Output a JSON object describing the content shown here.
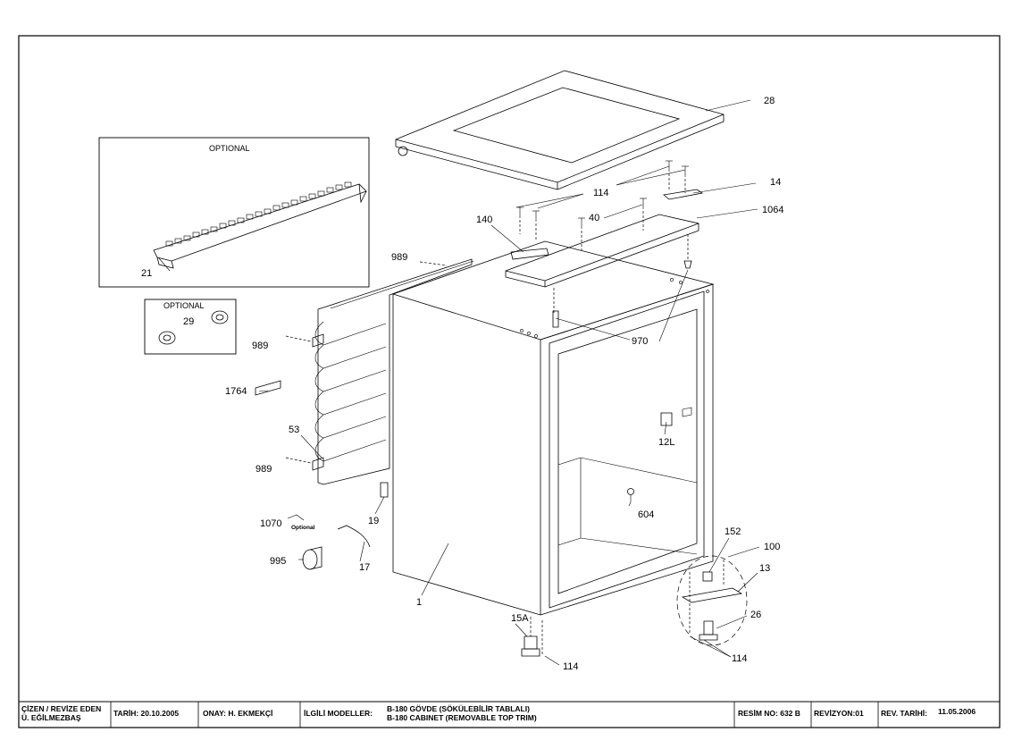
{
  "drawing": {
    "optional_box_1_title": "OPTIONAL",
    "optional_box_2_title": "OPTIONAL",
    "optional_small_note": "Optional",
    "callouts": {
      "c28": "28",
      "c14": "14",
      "c114_top": "114",
      "c40": "40",
      "c1064": "1064",
      "c140": "140",
      "c989_top": "989",
      "c970": "970",
      "c21": "21",
      "c29": "29",
      "c989_mid": "989",
      "c1764": "1764",
      "c53": "53",
      "c989_low": "989",
      "c12L": "12L",
      "c19": "19",
      "c1070": "1070",
      "c604": "604",
      "c995": "995",
      "c17": "17",
      "c1": "1",
      "c152": "152",
      "c100": "100",
      "c13": "13",
      "c26": "26",
      "c15A": "15A",
      "c114_bottom": "114",
      "c114_right": "114"
    }
  },
  "title_block": {
    "drawn_by_label": "ÇİZEN / REVİZE EDEN",
    "drawn_by_name": "Ü. EĞİLMEZBAŞ",
    "date": "TARİH: 20.10.2005",
    "approval": "ONAY: H. EKMEKÇİ",
    "related_models_label": "İLGİLİ MODELLER:",
    "model_line_1": "B-180  GÖVDE (SÖKÜLEBİLİR TABLALI)",
    "model_line_2": "B-180 CABINET (REMOVABLE TOP TRIM)",
    "drawing_no": "RESİM NO: 632 B",
    "revision": "REVİZYON:01",
    "revision_date_label": "REV. TARİHİ:",
    "revision_date": "11.05.2006"
  }
}
